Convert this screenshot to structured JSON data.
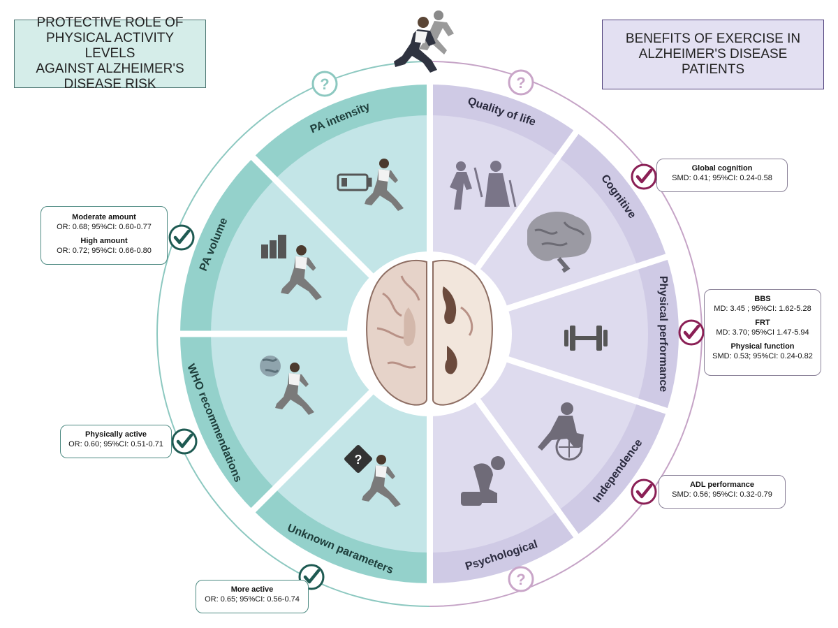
{
  "left_title": "PROTECTIVE ROLE OF\nPHYSICAL ACTIVITY LEVELS\nAGAINST ALZHEIMER'S\nDISEASE RISK",
  "right_title": "BENEFITS OF EXERCISE IN\nALZHEIMER'S DISEASE\nPATIENTS",
  "left_segments": {
    "pa_intensity": "PA intensity",
    "pa_volume": "PA volume",
    "who_recommendations": "WHO recommendations",
    "unknown_parameters": "Unknown parameters"
  },
  "right_segments": {
    "quality_of_life": "Quality of life",
    "cognitive": "Cognitive",
    "physical_performance": "Physical performance",
    "independence": "Independence",
    "psychological": "Psychological"
  },
  "markers": {
    "question": "?",
    "question_color_teal": "#8cc8c0",
    "question_color_purple": "#c9a5c8",
    "check_color_teal": "#1e5a52",
    "check_color_purple": "#8a1f55"
  },
  "colors": {
    "teal_band": "#94d1cb",
    "teal_inner": "#c3e5e7",
    "purple_band": "#cfcae5",
    "purple_inner": "#dedbee",
    "teal_ring": "#8cc8c0",
    "purple_ring": "#c5a3c6"
  },
  "stats": {
    "pa_volume": [
      {
        "label": "Moderate amount",
        "value": "OR: 0.68; 95%CI: 0.60-0.77"
      },
      {
        "label": "High amount",
        "value": "OR: 0.72; 95%CI: 0.66-0.80"
      }
    ],
    "who": [
      {
        "label": "Physically active",
        "value": "OR: 0.60; 95%CI: 0.51-0.71"
      }
    ],
    "more_active": [
      {
        "label": "More  active",
        "value": "OR: 0.65; 95%CI: 0.56-0.74"
      }
    ],
    "cognitive": [
      {
        "label": "Global cognition",
        "value": "SMD: 0.41; 95%CI: 0.24-0.58"
      }
    ],
    "physical": [
      {
        "label": "BBS",
        "value": "MD: 3.45 ; 95%CI: 1.62-5.28"
      },
      {
        "label": "FRT",
        "value": "MD: 3.70; 95%CI 1.47-5.94"
      },
      {
        "label": "Physical function",
        "value": "SMD: 0.53; 95%CI: 0.24-0.82"
      }
    ],
    "independence": [
      {
        "label": "ADL performance",
        "value": "SMD: 0.56; 95%CI: 0.32-0.79"
      }
    ]
  },
  "icons": {
    "runners_top": "runners-icon",
    "brain_center": "brain-icon",
    "battery": "battery-icon",
    "bar_chart": "bar-chart-icon",
    "globe": "globe-icon",
    "question_diamond": "question-diamond-icon",
    "runner": "runner-icon",
    "elderly_couple": "elderly-couple-icon",
    "brain_side": "brain-side-icon",
    "dumbbell": "dumbbell-icon",
    "wheelchair": "wheelchair-icon",
    "sad_person": "sad-person-icon"
  }
}
